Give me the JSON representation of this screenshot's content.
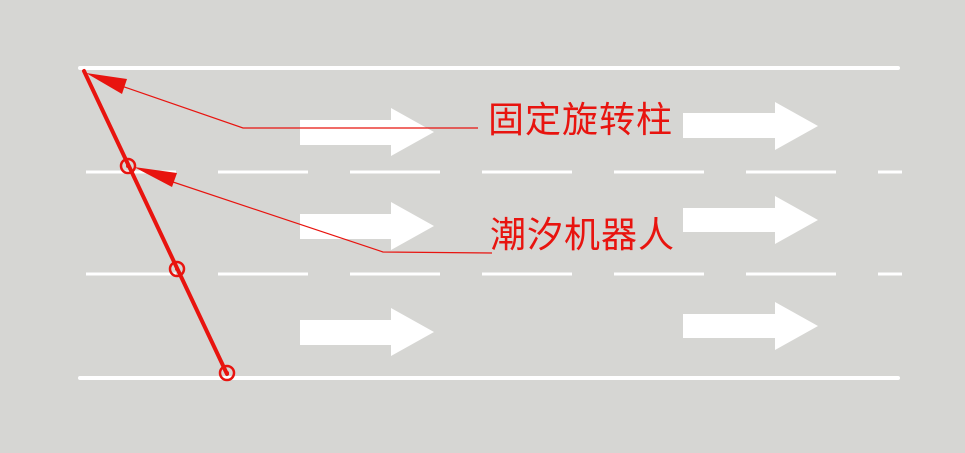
{
  "labels": {
    "pivot": "固定旋转柱",
    "robot": "潮汐机器人"
  },
  "colors": {
    "background": "#d6d6d3",
    "markings": "#ffffff",
    "annotation": "#e8140f"
  },
  "road": {
    "lane_count": 3,
    "arrows_per_lane": 2,
    "arrow_direction": "right"
  },
  "barrier": {
    "robot_count": 3,
    "pivot_count": 1
  }
}
